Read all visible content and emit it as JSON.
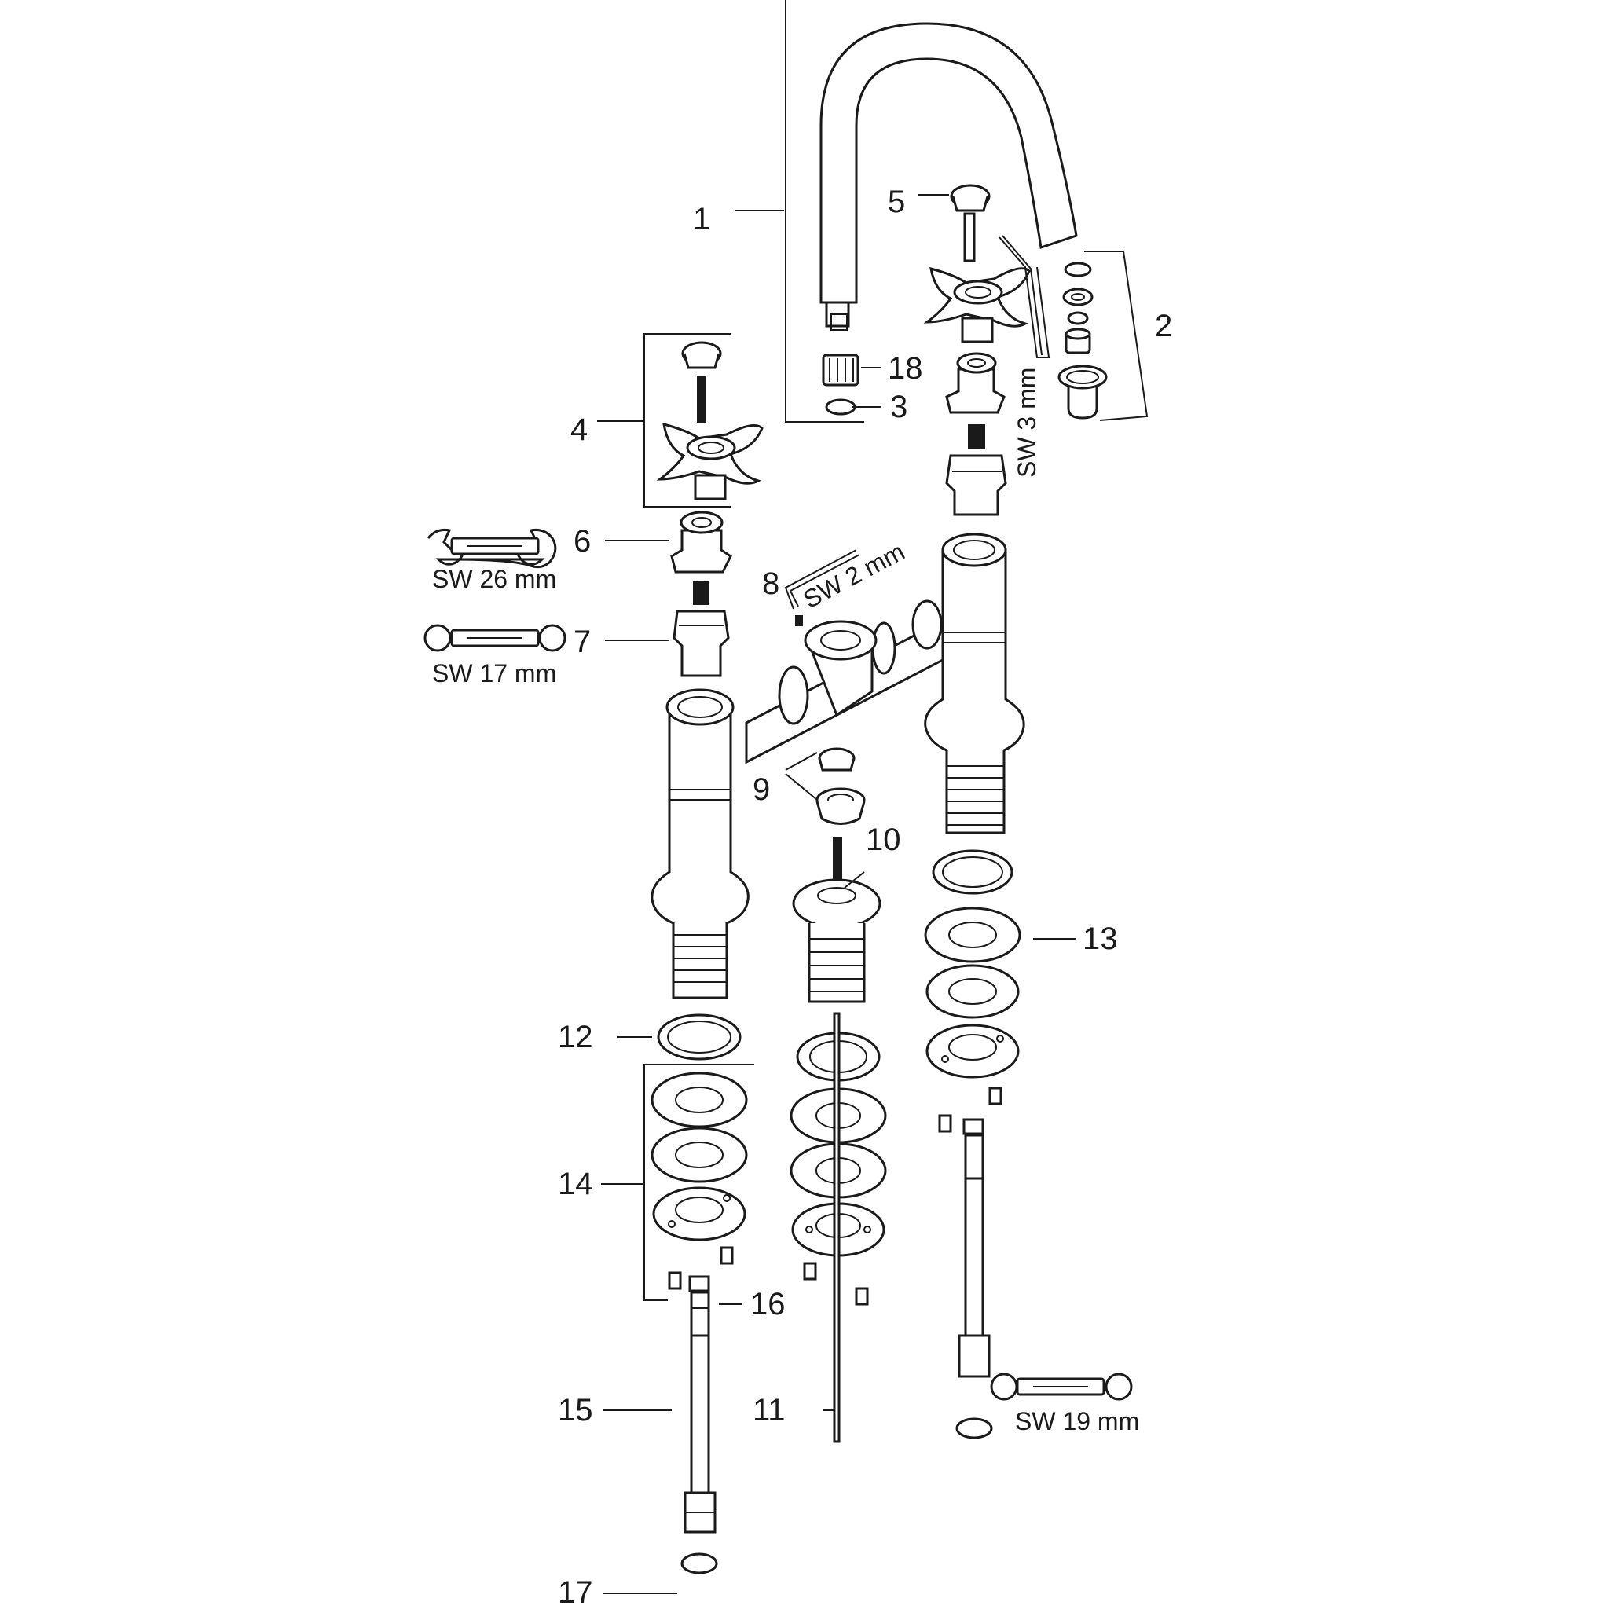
{
  "labels": {
    "l1": "1",
    "l2": "2",
    "l3": "3",
    "l4": "4",
    "l5": "5",
    "l6": "6",
    "l7": "7",
    "l8": "8",
    "l9": "9",
    "l10": "10",
    "l11": "11",
    "l12": "12",
    "l13": "13",
    "l14": "14",
    "l15": "15",
    "l16": "16",
    "l17": "17",
    "l18": "18"
  },
  "tools": {
    "wrench_26": "SW 26 mm",
    "wrench_17": "SW 17 mm",
    "wrench_19": "SW 19 mm",
    "hex_2": "SW 2 mm",
    "hex_3": "SW 3 mm"
  }
}
